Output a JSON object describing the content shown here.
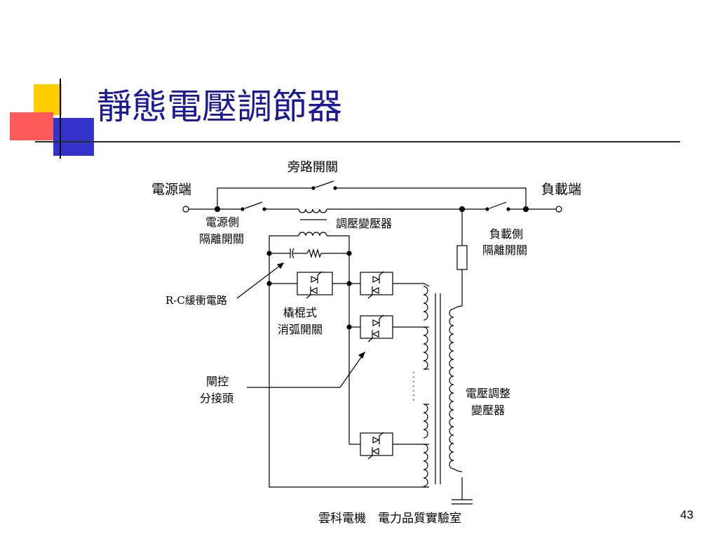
{
  "slide": {
    "title": "靜態電壓調節器",
    "footer": "雲科電機　電力品質實驗室",
    "page_number": "43"
  },
  "colors": {
    "title": "#1a1a99",
    "deco_yellow": "#ffcc00",
    "deco_red": "#ff5a5a",
    "deco_blue": "#3333cc"
  },
  "diagram": {
    "labels": {
      "bypass_switch": "旁路開關",
      "source_end": "電源端",
      "load_end": "負載端",
      "source_isolation_1": "電源側",
      "source_isolation_2": "隔離開關",
      "regulating_transformer": "調壓變壓器",
      "load_isolation_1": "負載側",
      "load_isolation_2": "隔離開關",
      "rc_snubber": "R-C緩衝電路",
      "arc_switch_1": "橇棍式",
      "arc_switch_2": "消弧開關",
      "thyristor_tap_1": "閘控",
      "thyristor_tap_2": "分接頭",
      "voltage_transformer_1": "電壓調整",
      "voltage_transformer_2": "變壓器"
    }
  }
}
